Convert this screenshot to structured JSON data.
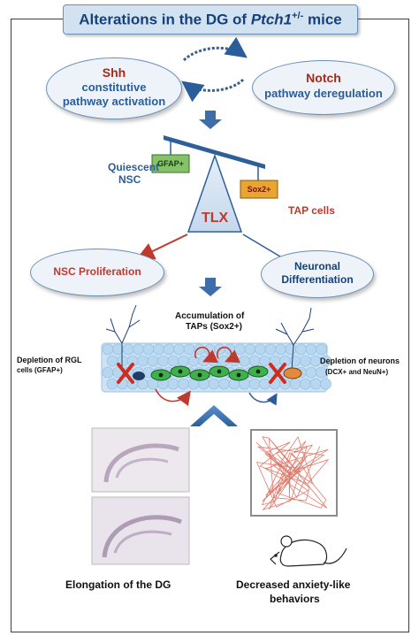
{
  "title": {
    "prefix": "Alterations in the DG of ",
    "gene": "Ptch1",
    "superscript": "+/-",
    "suffix": " mice"
  },
  "shh": {
    "name": "Shh",
    "line1": "constitutive",
    "line2": "pathway activation"
  },
  "notch": {
    "name": "Notch",
    "line1": "pathway deregulation"
  },
  "balance": {
    "quiescent_line1": "Quiescent",
    "quiescent_line2": "NSC",
    "gfap": "GFAP+",
    "sox2": "Sox2+",
    "tap_cells": "TAP cells",
    "tlx": "TLX"
  },
  "outcomes": {
    "proliferation": "NSC Proliferation",
    "differentiation_line1": "Neuronal",
    "differentiation_line2": "Differentiation"
  },
  "tissue": {
    "accumulation_line1": "Accumulation of",
    "accumulation_line2": "TAPs (Sox2+)",
    "rgl_line1": "Depletion of  RGL",
    "rgl_line2": "cells (GFAP+)",
    "neurons_line1": "Depletion of neurons",
    "neurons_line2": "(DCX+ and NeuN+)"
  },
  "results": {
    "dg": "Elongation of the DG",
    "anxiety_line1": "Decreased anxiety-like",
    "anxiety_line2": "behaviors"
  },
  "colors": {
    "dark_blue": "#15407a",
    "red": "#c0392b",
    "arrow_blue": "#3a73b0",
    "gfap_green": "#86c26a",
    "sox2_orange": "#e8a530"
  }
}
